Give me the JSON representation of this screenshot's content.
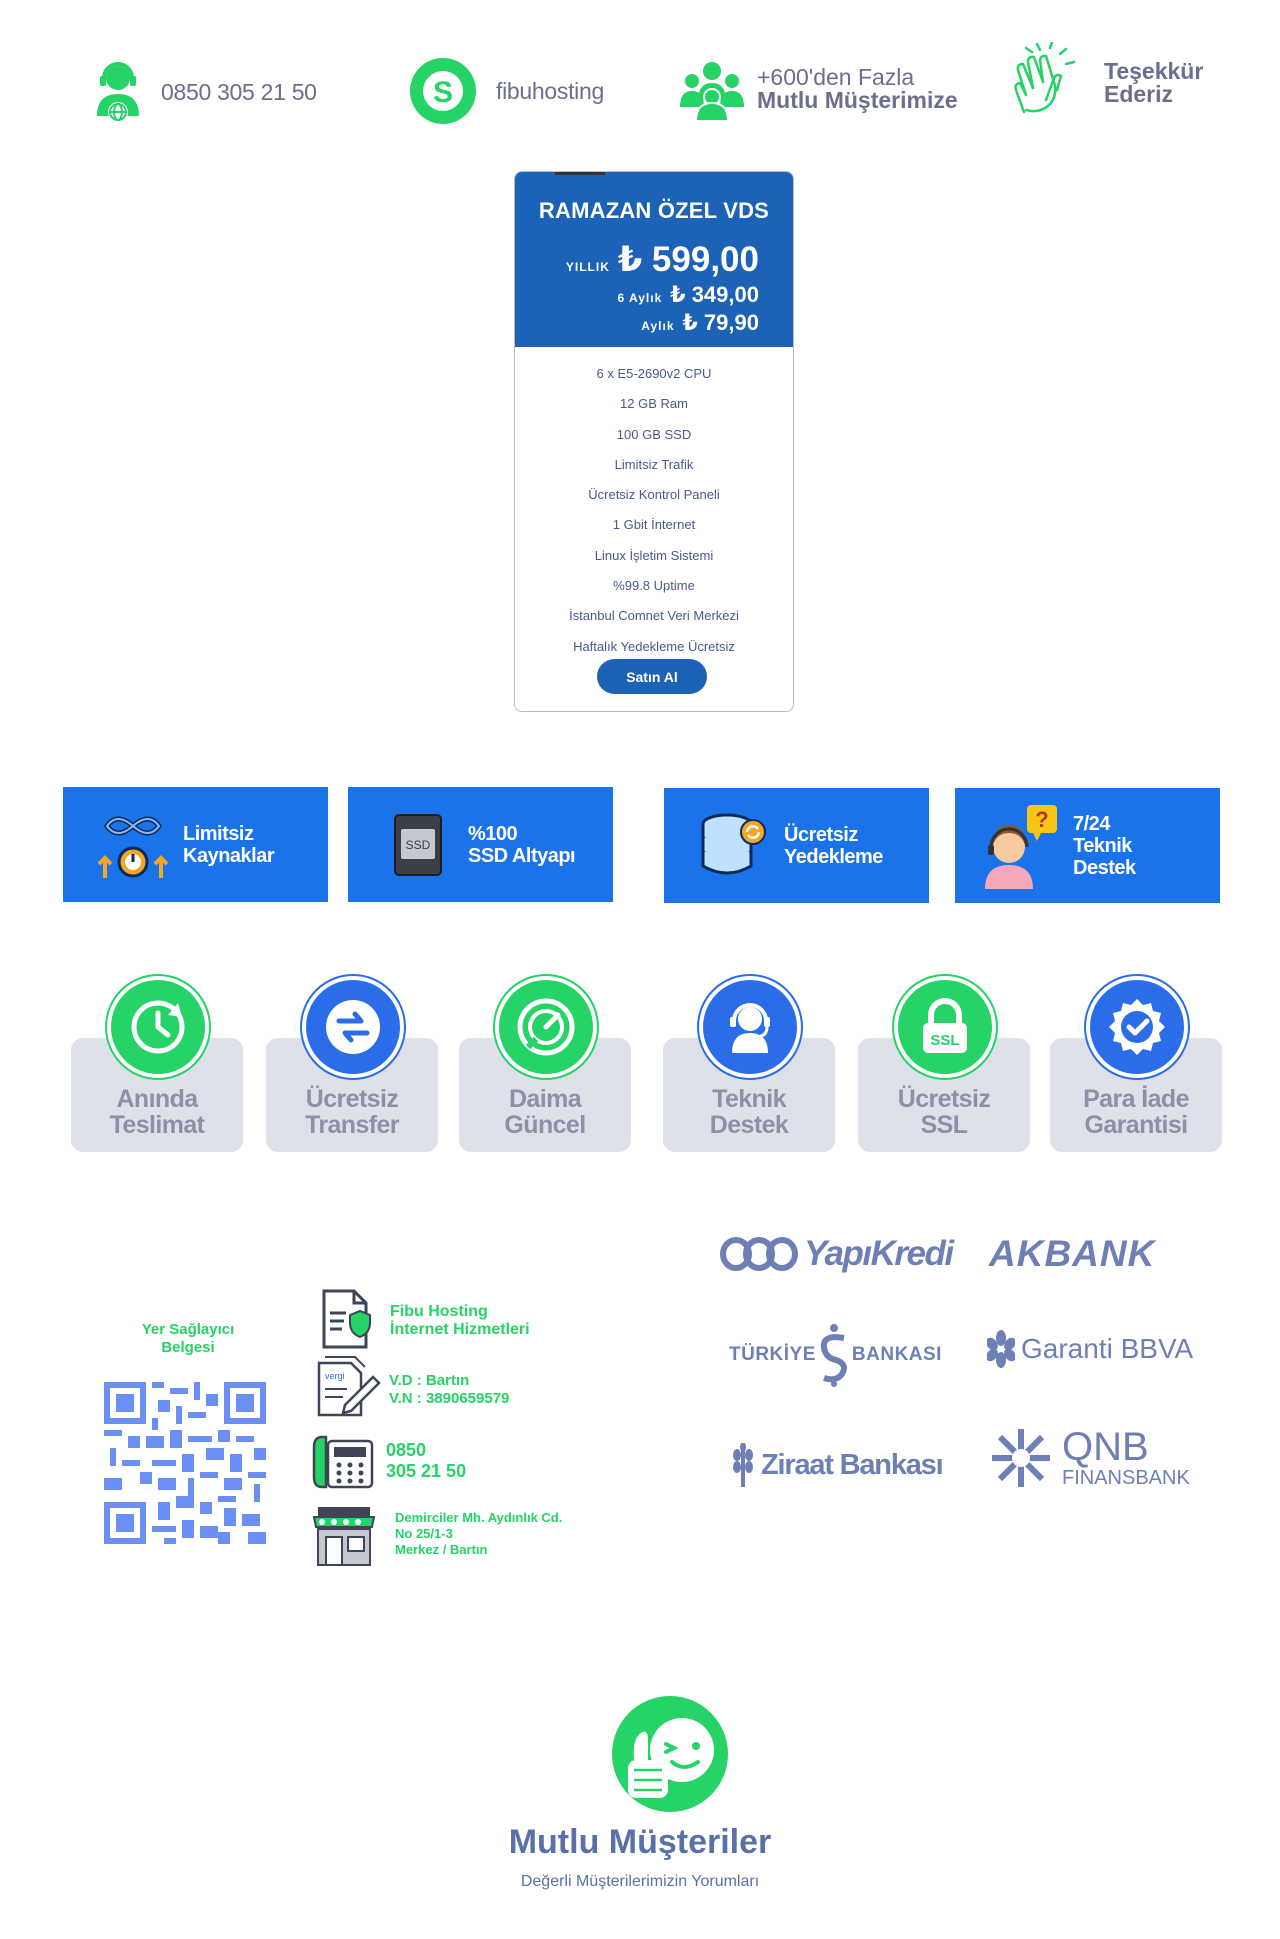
{
  "topbar": {
    "phone": "0850 305 21 50",
    "skype": "fibuhosting",
    "customers_line1": "+600'den Fazla",
    "customers_line2": "Mutlu Müşterimize",
    "thanks_line1": "Teşekkür",
    "thanks_line2": "Ederiz"
  },
  "plan": {
    "title": "RAMAZAN ÖZEL VDS",
    "yearly_label": "YILLIK",
    "yearly_price": "₺ 599,00",
    "half_label": "6 Aylık",
    "half_price": "₺ 349,00",
    "monthly_label": "Aylık",
    "monthly_price": "₺ 79,90",
    "features": [
      "6 x E5-2690v2 CPU",
      "12 GB Ram",
      "100 GB SSD",
      "Limitsiz Trafik",
      "Ücretsiz Kontrol Paneli",
      "1 Gbit İnternet",
      "Linux İşletim Sistemi",
      "%99.8 Uptime",
      "İstanbul Comnet Veri Merkezi",
      "Haftalık Yedekleme Ücretsiz"
    ],
    "buy_label": "Satın Al"
  },
  "tiles": [
    {
      "line1": "Limitsiz",
      "line2": "Kaynaklar",
      "line3": ""
    },
    {
      "line1": "%100",
      "line2": "SSD Altyapı",
      "line3": ""
    },
    {
      "line1": "Ücretsiz",
      "line2": "Yedekleme",
      "line3": ""
    },
    {
      "line1": "7/24",
      "line2": "Teknik",
      "line3": "Destek"
    }
  ],
  "ssd_label": "SSD",
  "badges": [
    {
      "line1": "Anında",
      "line2": "Teslimat"
    },
    {
      "line1": "Ücretsiz",
      "line2": "Transfer"
    },
    {
      "line1": "Daima",
      "line2": "Güncel"
    },
    {
      "line1": "Teknik",
      "line2": "Destek"
    },
    {
      "line1": "Ücretsiz",
      "line2": "SSL"
    },
    {
      "line1": "Para İade",
      "line2": "Garantisi"
    }
  ],
  "ssl_label": "SSL",
  "company": {
    "cert_line1": "Yer Sağlayıcı",
    "cert_line2": "Belgesi",
    "name_line1": "Fibu Hosting",
    "name_line2": "İnternet Hizmetleri",
    "tax_office": "V.D : Bartın",
    "tax_no": "V.N : 3890659579",
    "phone_line1": "0850",
    "phone_line2": "305 21 50",
    "addr_line1": "Demirciler Mh. Aydınlık Cd.",
    "addr_line2": "No 25/1-3",
    "addr_line3": "Merkez / Bartın",
    "vergi_label": "vergi"
  },
  "banks": {
    "yapikredi": "YapıKredi",
    "akbank": "AKBANK",
    "isbank_left": "TÜRKİYE",
    "isbank_right": "BANKASI",
    "garanti": "Garanti BBVA",
    "ziraat": "Ziraat Bankası",
    "qnb_top": "QNB",
    "qnb_bottom": "FINANSBANK"
  },
  "footer": {
    "title": "Mutlu Müşteriler",
    "subtitle": "Değerli Müşterilerimizin Yorumları"
  },
  "colors": {
    "green": "#25d366",
    "blue": "#1a73e8",
    "navy": "#1c62b7",
    "grey_text": "#6b6e8c"
  }
}
